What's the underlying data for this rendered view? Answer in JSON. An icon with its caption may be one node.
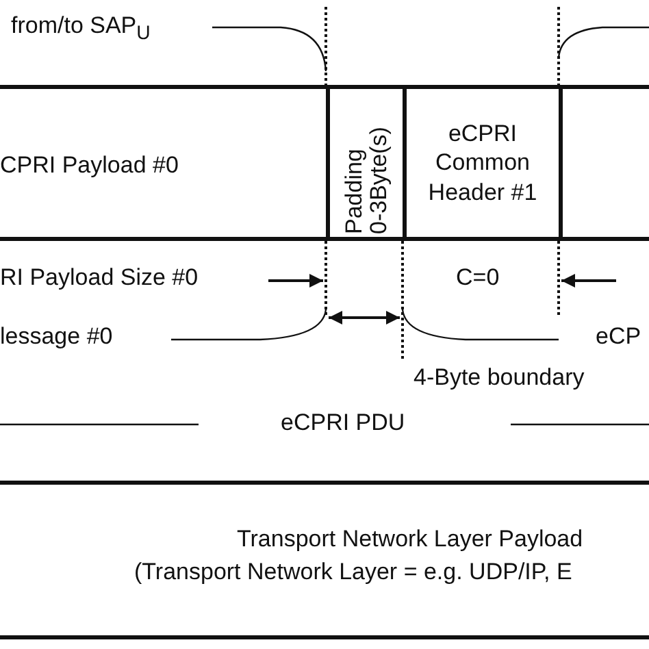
{
  "diagram": {
    "nodes": [
      {
        "text": [
          "CPRI Payload #0"
        ]
      },
      {
        "text": [
          "Padding 0-3Byte(s)"
        ]
      },
      {
        "text": [
          "eCPRI Common Header #1"
        ]
      },
      {
        "text": [],
        "shape": "box"
      },
      {
        "text": [
          "Transport Network Layer Payload",
          "(Transport Network Layer = e.g. UDP/IP, E"
        ]
      }
    ],
    "labels": [
      "from/to SAP$_{U}$",
      "RI Payload Size  #0",
      "C=0",
      "lessage #0",
      "eCP",
      "4-Byte boundary",
      "eCPRI PDU"
    ]
  }
}
